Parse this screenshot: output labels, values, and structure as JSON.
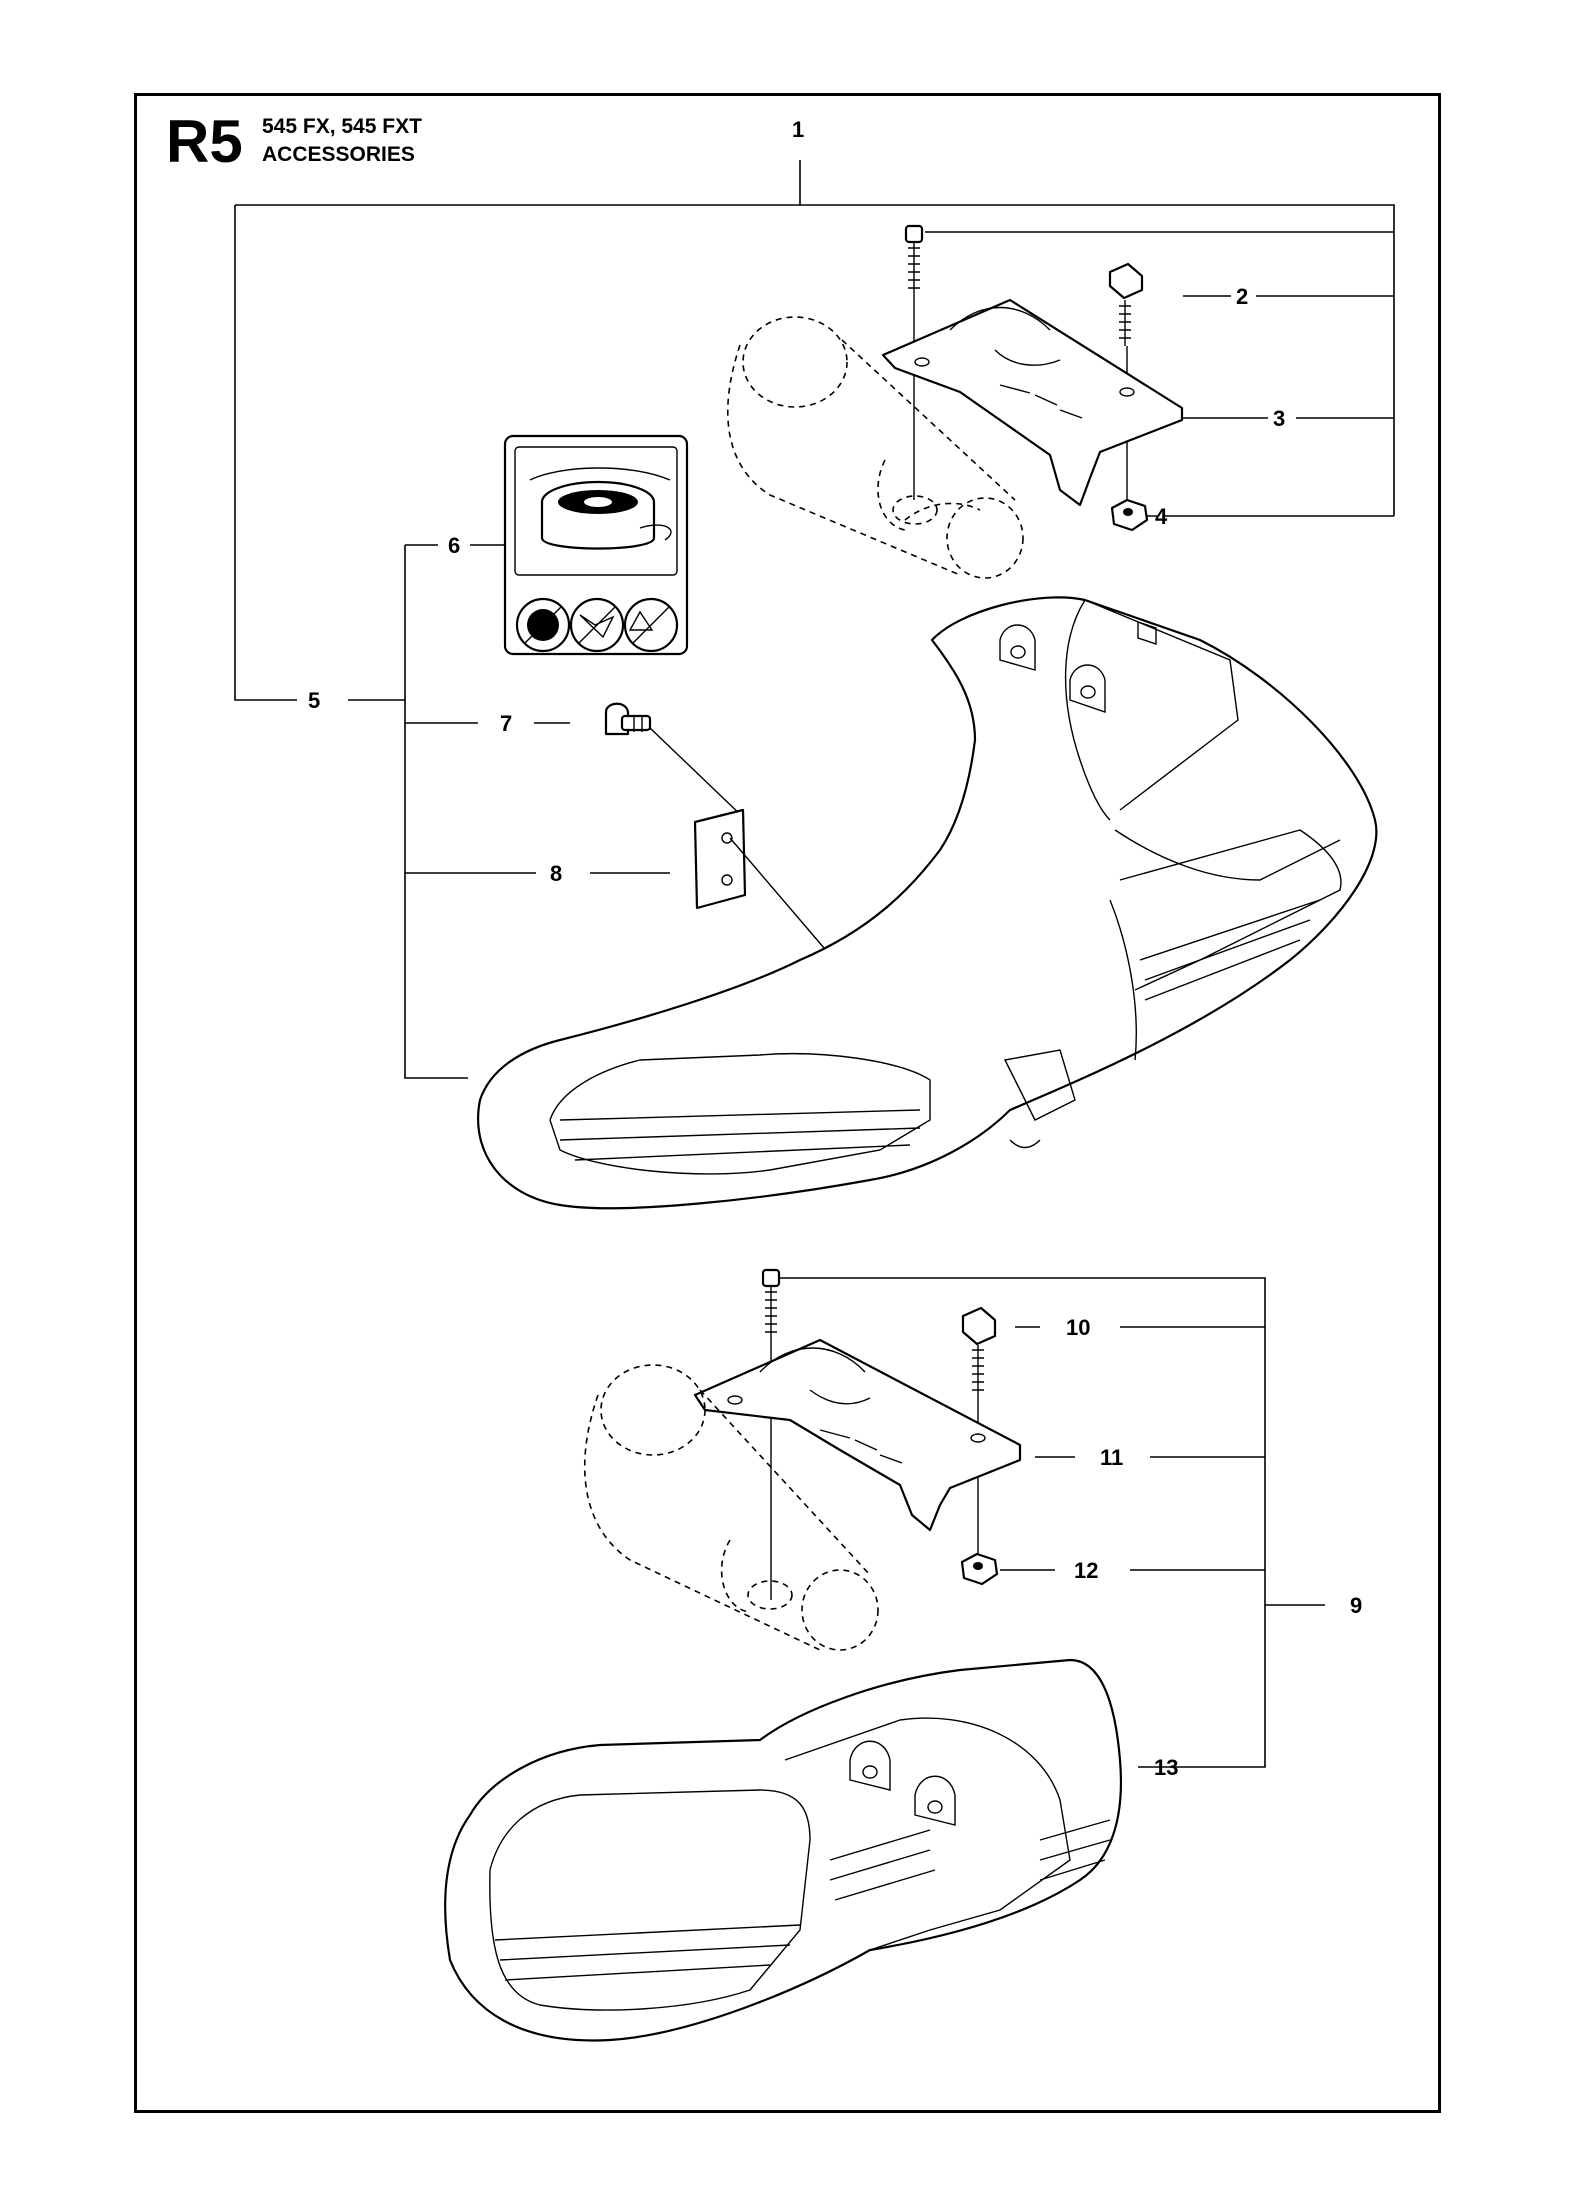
{
  "header": {
    "section_code": "R5",
    "models": "545 FX, 545 FXT",
    "group_title": "ACCESSORIES"
  },
  "callouts": [
    "1",
    "2",
    "3",
    "4",
    "5",
    "6",
    "7",
    "8",
    "9",
    "10",
    "11",
    "12",
    "13"
  ]
}
